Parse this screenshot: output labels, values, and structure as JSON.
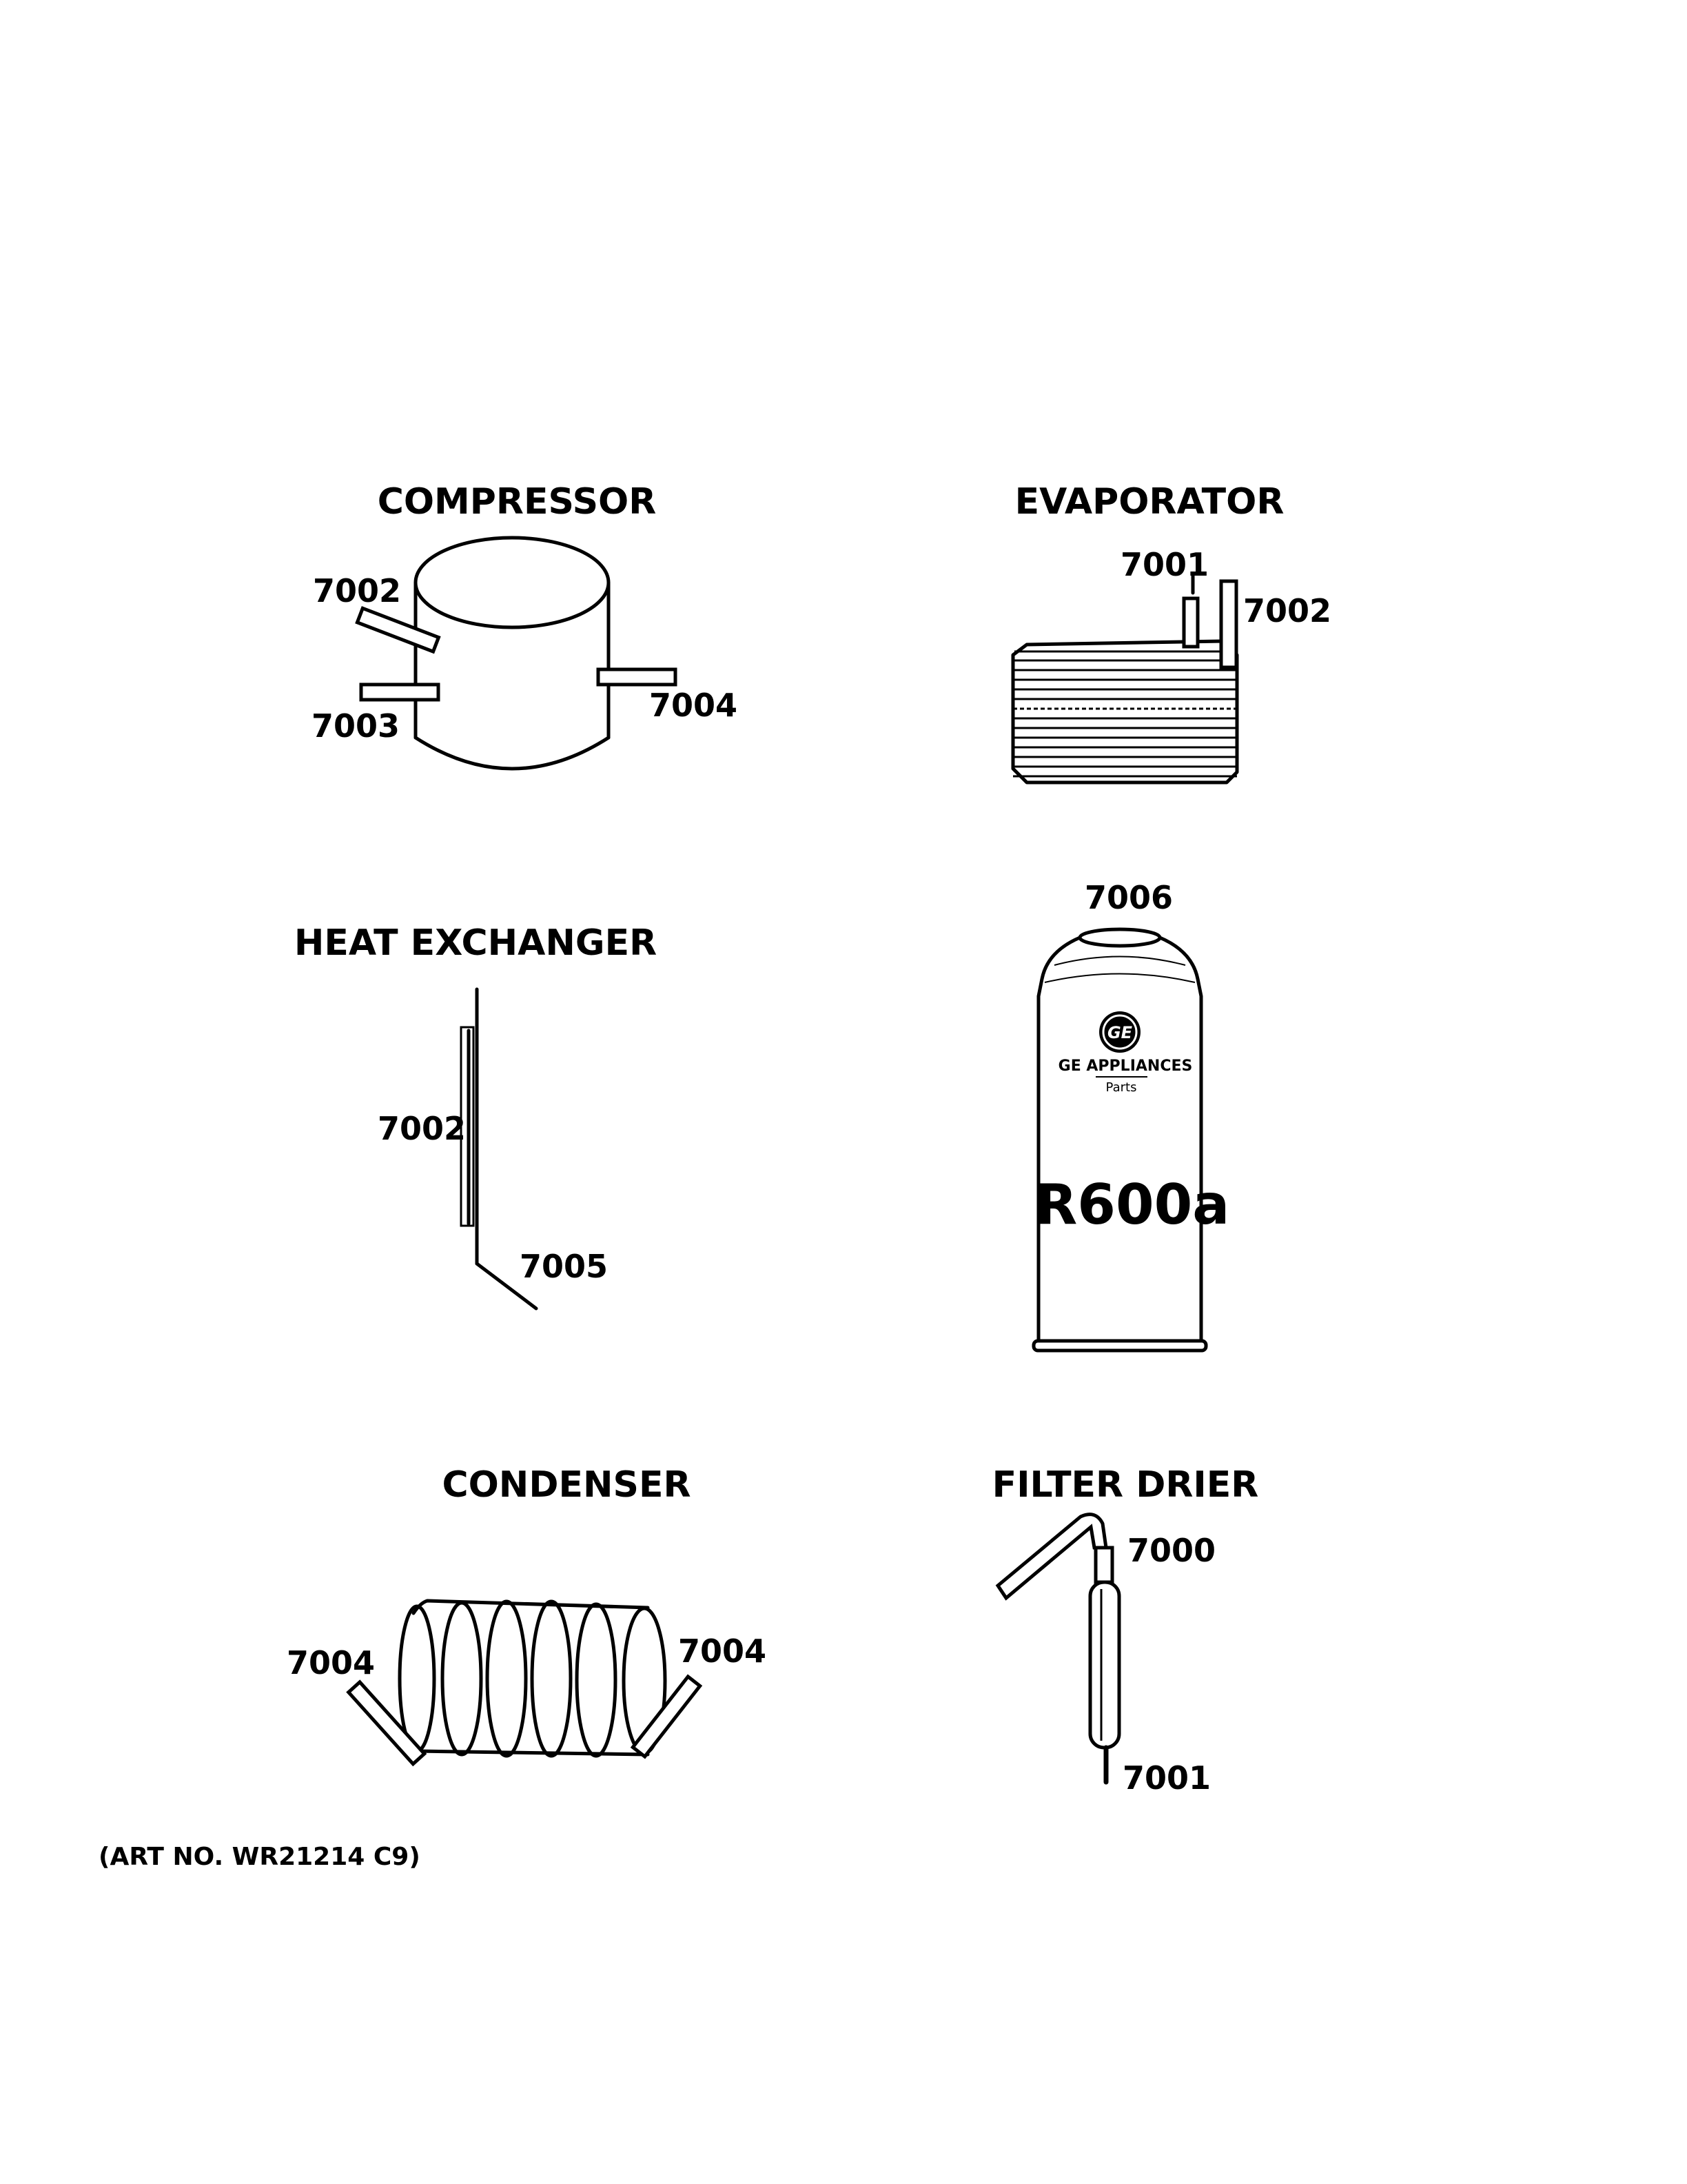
{
  "sections": {
    "compressor": {
      "title": "COMPRESSOR",
      "callouts": [
        "7002",
        "7003",
        "7004"
      ]
    },
    "evaporator": {
      "title": "EVAPORATOR",
      "callouts": [
        "7001",
        "7002"
      ]
    },
    "heat_exchanger": {
      "title": "HEAT EXCHANGER",
      "callouts": [
        "7002",
        "7005"
      ]
    },
    "refrigerant_can": {
      "callout": "7006",
      "brand": "GE APPLIANCES",
      "brand_sub": "Parts",
      "logo_text": "GE",
      "label": "R600a"
    },
    "condenser": {
      "title": "CONDENSER",
      "callouts": [
        "7004",
        "7004"
      ]
    },
    "filter_drier": {
      "title": "FILTER DRIER",
      "callouts": [
        "7000",
        "7001"
      ]
    }
  },
  "art_number": "(ART NO. WR21214 C9)"
}
